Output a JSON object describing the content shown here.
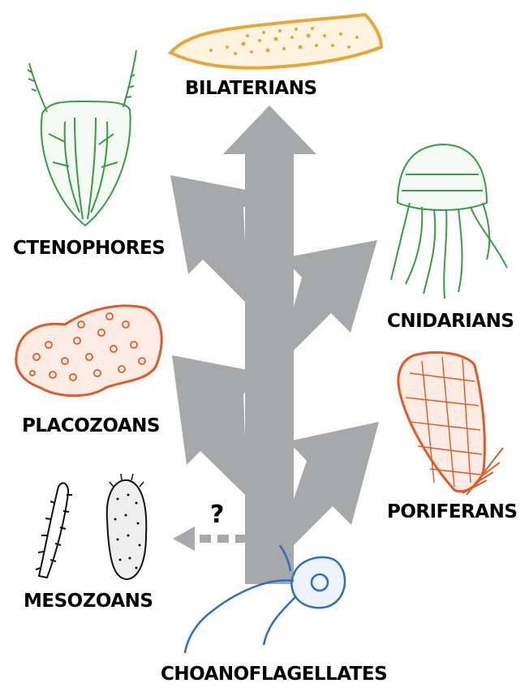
{
  "colors": {
    "tree": "#a6a8aa",
    "bilaterian": "#e8a637",
    "ctenophore": "#3a9a45",
    "cnidarian": "#3a9a45",
    "placozoan": "#de5b2a",
    "poriferan": "#de5b2a",
    "mesozoan": "#111111",
    "choanoflagellate": "#2c6fc0"
  },
  "labels": {
    "bilaterians": "BILATERIANS",
    "ctenophores": "CTENOPHORES",
    "cnidarians": "CNIDARIANS",
    "placozoans": "PLACOZOANS",
    "poriferans": "PORIFERANS",
    "mesozoans": "MESOZOANS",
    "choanoflagellates": "CHOANOFLAGELLATES",
    "uncertain_mark": "?"
  }
}
